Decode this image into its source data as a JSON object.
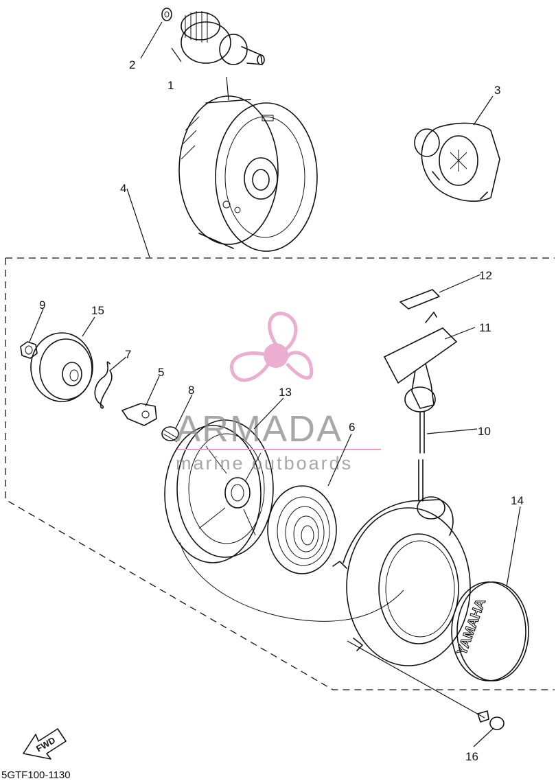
{
  "diagram": {
    "callouts": [
      "1",
      "2",
      "3",
      "4",
      "5",
      "6",
      "7",
      "8",
      "9",
      "10",
      "11",
      "12",
      "13",
      "14",
      "15",
      "16"
    ],
    "diagram_code": "5GTF100-1130",
    "fwd_label": "FWD",
    "cover_brand": "YAMAHA"
  },
  "watermark": {
    "brand": "ARMADA",
    "tagline": "marine outboards",
    "color": "#e79bc6"
  }
}
